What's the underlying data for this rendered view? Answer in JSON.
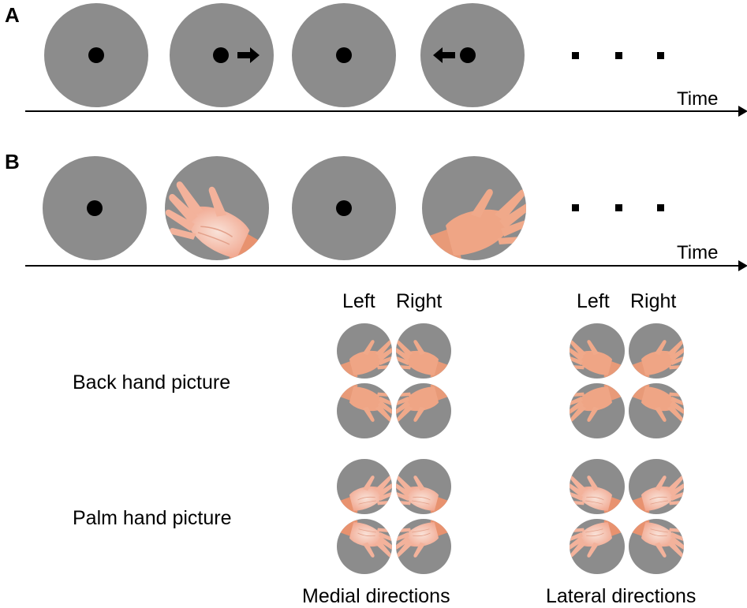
{
  "panel_a": {
    "label": "A",
    "time_label": "Time"
  },
  "panel_b": {
    "label": "B",
    "time_label": "Time"
  },
  "grid": {
    "left_label": "Left",
    "right_label": "Right",
    "back_label": "Back hand picture",
    "palm_label": "Palm hand picture",
    "medial_label": "Medial directions",
    "lateral_label": "Lateral directions"
  },
  "colors": {
    "disc_gray": "#8c8c8c",
    "skin": "#f0a78c",
    "palm": "#f6d3c4"
  }
}
